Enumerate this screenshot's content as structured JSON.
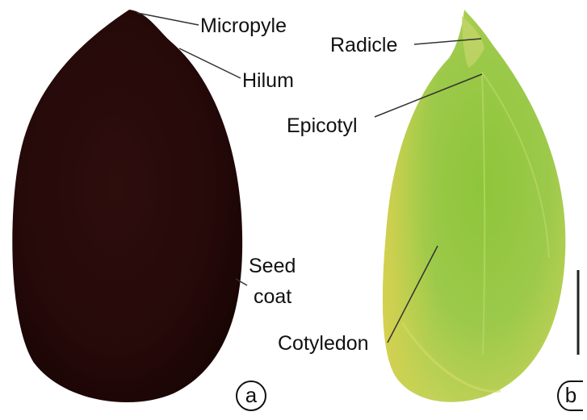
{
  "panel_a": {
    "letter": "a",
    "labels": {
      "micropyle": "Micropyle",
      "hilum": "Hilum",
      "seed_coat_line1": "Seed",
      "seed_coat_line2": "coat"
    },
    "seed_color": "#2a0b0b"
  },
  "panel_b": {
    "letter": "b",
    "labels": {
      "radicle": "Radicle",
      "epicotyl": "Epicotyl",
      "cotyledon": "Cotyledon"
    },
    "seed_color": "#9bc54a"
  }
}
